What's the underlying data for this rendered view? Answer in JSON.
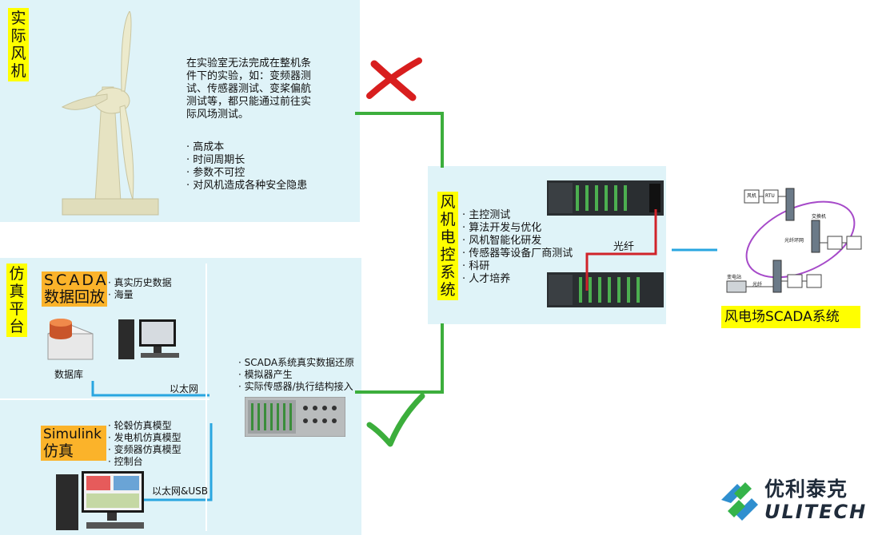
{
  "real_turbine": {
    "label": "实际风机",
    "description": "在实验室无法完成在整机条件下的实验，如：变频器测试、传感器测试、变桨偏航测试等，都只能通过前往实际风场测试。",
    "drawbacks": [
      "· 高成本",
      "· 时间周期长",
      "· 参数不可控",
      "· 对风机造成各种安全隐患"
    ]
  },
  "control_system": {
    "label": "风机电控系统",
    "items": [
      "· 主控测试",
      "· 算法开发与优化",
      "· 风机智能化研发",
      "· 传感器等设备厂商测试",
      "· 科研",
      "· 人才培养"
    ],
    "fiber_label": "光纤"
  },
  "scada_system": {
    "label": "风电场SCADA系统",
    "diagram_labels": {
      "turbine": "风机",
      "rtu": "RTU",
      "switch": "交换机",
      "ring": "光纤环网",
      "station": "变电站",
      "cable": "光纤"
    }
  },
  "sim_platform": {
    "label": "仿真平台",
    "scada_replay": {
      "title_line1": "SCADA",
      "title_line2": "数据回放",
      "items": [
        "· 真实历史数据",
        "· 海量"
      ],
      "db_label": "数据库",
      "link_label": "以太网"
    },
    "simulink": {
      "title_line1": "Simulink",
      "title_line2": "仿真",
      "items": [
        "· 轮毂仿真模型",
        "· 发电机仿真模型",
        "· 变频器仿真模型",
        "· 控制台"
      ],
      "link_label": "以太网&USB"
    },
    "simulator_items": [
      "· SCADA系统真实数据还原",
      "· 模拟器产生",
      "· 实际传感器/执行结构接入"
    ]
  },
  "logo": {
    "cn": "优利泰克",
    "en": "ULITECH"
  },
  "colors": {
    "panel": "#dff3f8",
    "yellow_label": "#ffff00",
    "orange_label": "#fbb32a",
    "green_line": "#3cae3c",
    "blue_line": "#29a6e0",
    "red_cross": "#d81e1e",
    "fiber_red": "#d0232a"
  }
}
